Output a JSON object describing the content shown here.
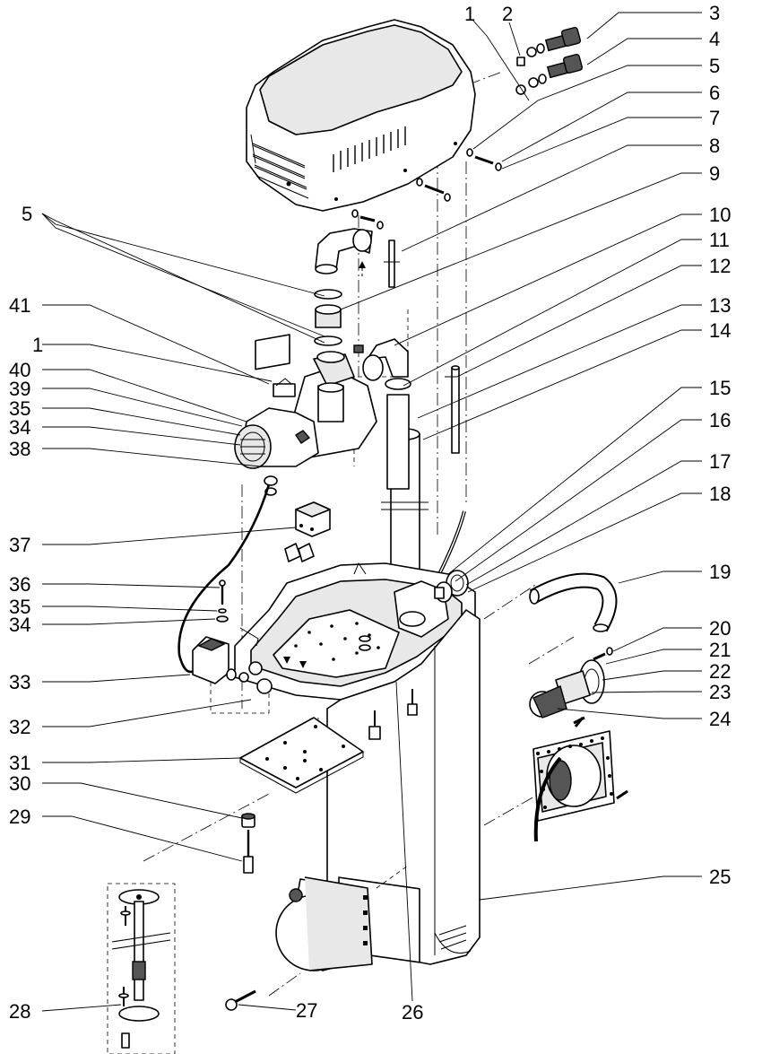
{
  "callouts": {
    "n1_top": "1",
    "n2": "2",
    "n3": "3",
    "n4": "4",
    "n5_right": "5",
    "n6": "6",
    "n7": "7",
    "n8": "8",
    "n9": "9",
    "n10": "10",
    "n11": "11",
    "n12": "12",
    "n13": "13",
    "n14": "14",
    "n15": "15",
    "n16": "16",
    "n17": "17",
    "n18": "18",
    "n19": "19",
    "n20": "20",
    "n21": "21",
    "n22": "22",
    "n23": "23",
    "n24": "24",
    "n25": "25",
    "n26": "26",
    "n27": "27",
    "n28": "28",
    "n29": "29",
    "n30": "30",
    "n31": "31",
    "n32": "32",
    "n33": "33",
    "n34_low": "34",
    "n35_low": "35",
    "n36": "36",
    "n37": "37",
    "n38": "38",
    "n34_up": "34",
    "n35_up": "35",
    "n39": "39",
    "n40": "40",
    "n1_left": "1",
    "n41": "41",
    "n5_left": "5"
  }
}
